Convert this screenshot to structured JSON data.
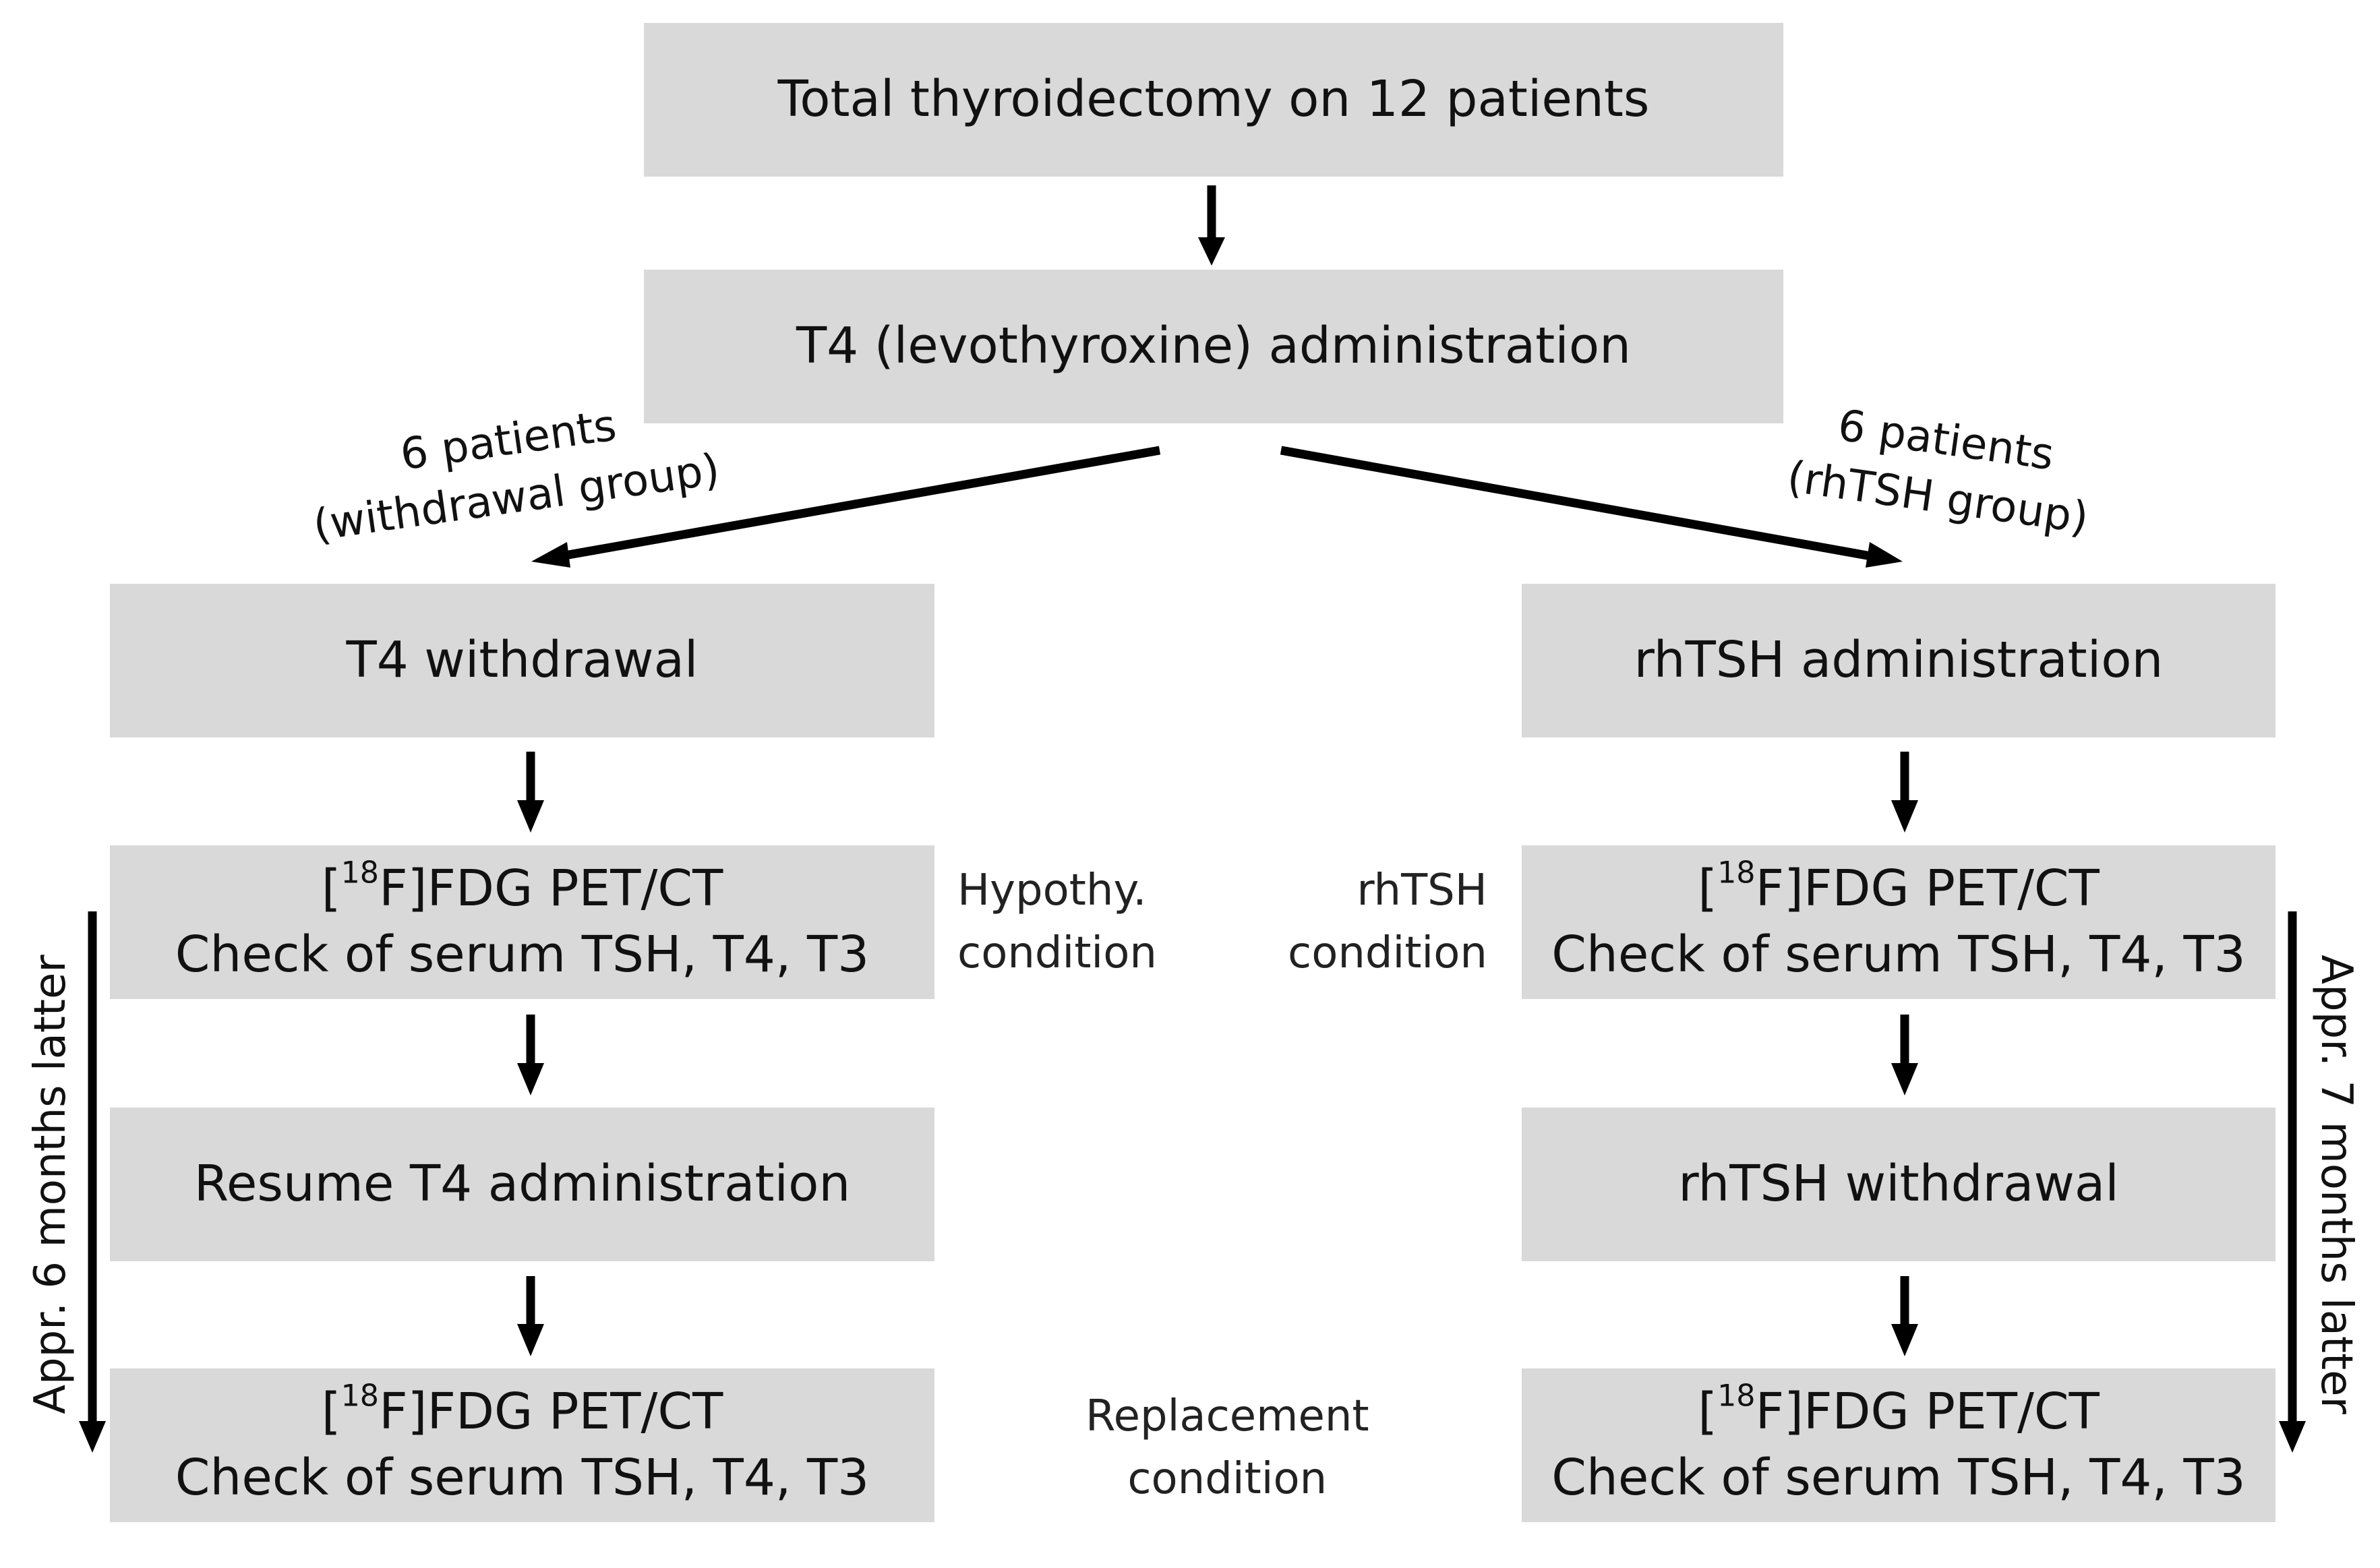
{
  "boxes": {
    "top": "Total thyroidectomy on 12 patients",
    "t4_admin": "T4 (levothyroxine) administration",
    "left": {
      "step1": "T4 withdrawal",
      "pet1": {
        "sup": "18",
        "line1_suffix": "F]FDG PET/CT",
        "line1_prefix": "[",
        "line2": "Check of serum TSH, T4, T3"
      },
      "step2": "Resume T4 administration",
      "pet2": {
        "sup": "18",
        "line1_suffix": "F]FDG PET/CT",
        "line1_prefix": "[",
        "line2": "Check of serum TSH, T4, T3"
      }
    },
    "right": {
      "step1": "rhTSH administration",
      "pet1": {
        "sup": "18",
        "line1_suffix": "F]FDG PET/CT",
        "line1_prefix": "[",
        "line2": "Check of serum TSH, T4, T3"
      },
      "step2": "rhTSH withdrawal",
      "pet2": {
        "sup": "18",
        "line1_suffix": "F]FDG PET/CT",
        "line1_prefix": "[",
        "line2": "Check of serum TSH, T4, T3"
      }
    }
  },
  "branches": {
    "left": {
      "line1": "6 patients",
      "line2": "(withdrawal group)"
    },
    "right": {
      "line1": "6 patients",
      "line2": "(rhTSH group)"
    }
  },
  "conditions": {
    "hypothy": {
      "line1": "Hypothy.",
      "line2": "condition"
    },
    "rhtsh": {
      "line1": "rhTSH",
      "line2": "condition"
    },
    "replacement": {
      "line1": "Replacement",
      "line2": "condition"
    }
  },
  "timelines": {
    "left": "Appr. 6 months latter",
    "right": "Appr. 7 months latter"
  }
}
